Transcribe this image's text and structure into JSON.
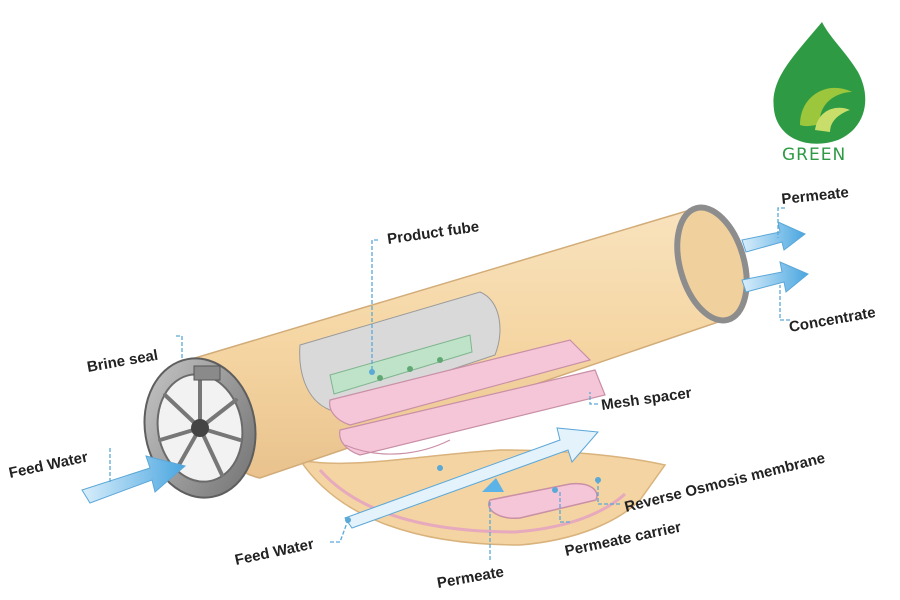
{
  "logo": {
    "text": "GREEN",
    "color": "#2e9b44",
    "accent": "#9cc63b"
  },
  "labels": {
    "permeate_out": "Permeate",
    "product_tube": "Product fube",
    "concentrate": "Concentrate",
    "brine_seal": "Brine seal",
    "mesh_spacer": "Mesh spacer",
    "feed_water_left": "Feed Water",
    "reverse_osmosis": "Reverse Osmosis membrane",
    "feed_water_bottom": "Feed Water",
    "permeate_carrier": "Permeate carrier",
    "permeate_bottom": "Permeate"
  },
  "colors": {
    "shell": "#f5d7a6",
    "membrane": "#f5c6d8",
    "tube": "#bfe3c8",
    "endcap": "#8a8a8a",
    "arrow": "#5bb3e8",
    "leader": "#5aa9d6"
  }
}
